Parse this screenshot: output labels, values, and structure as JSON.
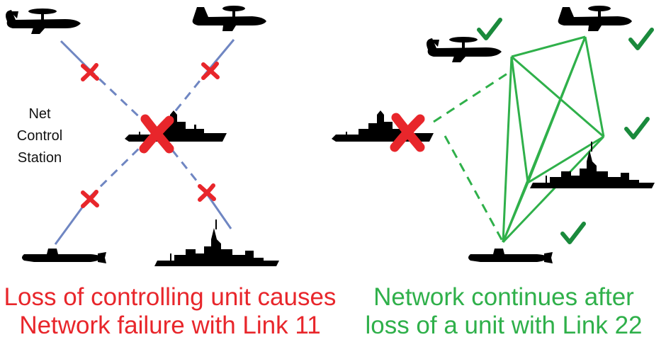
{
  "left_panel": {
    "station_label": [
      "Net",
      "Control",
      "Station"
    ],
    "caption": [
      "Loss of controlling unit causes",
      "Network failure with Link 11"
    ]
  },
  "right_panel": {
    "caption": [
      "Network continues after",
      "loss of a unit with Link 22"
    ]
  },
  "colors": {
    "failure_red": "#e8262b",
    "success_green": "#2fb04a",
    "check_green": "#1a8a3c",
    "link11_line": "#6f86c2",
    "silhouette": "#000000"
  },
  "icons": [
    "awacs-aircraft-icon",
    "transport-aircraft-icon",
    "destroyer-icon",
    "warship-icon",
    "submarine-icon",
    "red-x-icon",
    "checkmark-icon"
  ]
}
